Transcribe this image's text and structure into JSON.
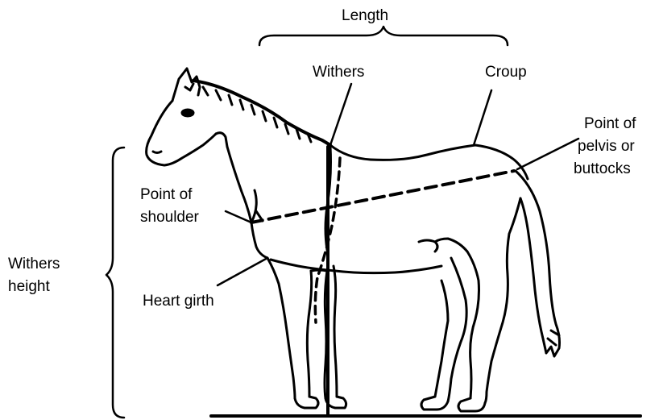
{
  "labels": {
    "length": "Length",
    "withers": "Withers",
    "croup": "Croup",
    "point_of_pelvis": [
      "Point of",
      "pelvis or",
      "buttocks"
    ],
    "point_of_shoulder": [
      "Point of",
      "shoulder"
    ],
    "withers_height": [
      "Withers",
      "height"
    ],
    "heart_girth": "Heart girth"
  }
}
